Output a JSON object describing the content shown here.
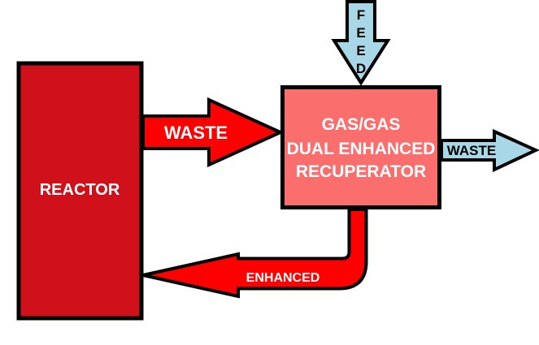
{
  "diagram": {
    "reactor": {
      "label": "REACTOR"
    },
    "recuperator": {
      "line1": "GAS/GAS",
      "line2": "DUAL ENHANCED",
      "line3": "RECUPERATOR"
    },
    "waste_hot": {
      "label": "WASTE"
    },
    "waste_out": {
      "label": "WASTE"
    },
    "enhanced_return": {
      "label": "ENHANCED"
    },
    "feed": {
      "letters": [
        "F",
        "E",
        "E",
        "D"
      ]
    }
  },
  "colors": {
    "background": "#FFFFFF",
    "outline": "#000000",
    "reactor_fill": "#D0111B",
    "recuperator_fill": "#FB6E6E",
    "hot_arrow_fill": "#FE0000",
    "cool_arrow_fill": "#A8D8E8",
    "label_on_red": "#FFFFFF",
    "label_on_blue": "#000000"
  }
}
